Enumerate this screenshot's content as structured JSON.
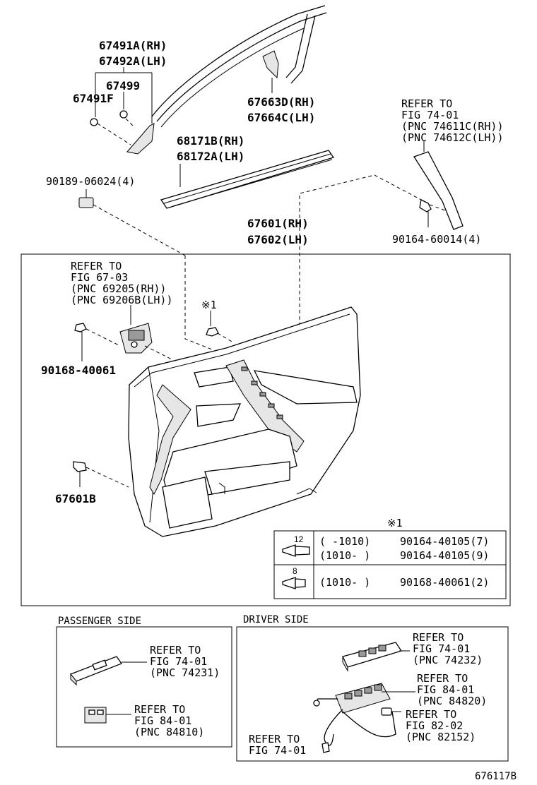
{
  "labels": {
    "moulding_rh": "67491A(RH)",
    "moulding_lh": "67492A(LH)",
    "clip_67499": "67499",
    "garnish_67491f": "67491F",
    "seal_rh": "67663D(RH)",
    "seal_lh": "67664C(LH)",
    "weatherstrip_rh": "68171B(RH)",
    "weatherstrip_lh": "68172A(LH)",
    "clip_90189": "90189-06024(4)",
    "refer_fig74_l1": "REFER TO",
    "refer_fig74_l2": "FIG 74-01",
    "refer_fig74_l3": "(PNC 74611C(RH))",
    "refer_fig74_l4": "(PNC 74612C(LH))",
    "screw_90164_60014": "90164-60014(4)",
    "board_rh": "67601(RH)",
    "board_lh": "67602(LH)",
    "refer_fig67_l1": "REFER TO",
    "refer_fig67_l2": "FIG 67-03",
    "refer_fig67_l3": "(PNC 69205(RH))",
    "refer_fig67_l4": "(PNC 69206B(LH))",
    "note_mark": "※1",
    "screw_90168_40061": "90168-40061",
    "clip_67601b": "67601B",
    "footer_code": "676117B"
  },
  "fastener_table": {
    "header": "※1",
    "rows": [
      {
        "size": "12",
        "range": "(      -1010)",
        "part": "90164-40105(7)"
      },
      {
        "size": "",
        "range": "(1010-      )",
        "part": "90164-40105(9)"
      },
      {
        "size": "8",
        "range": "(1010-      )",
        "part": "90168-40061(2)"
      }
    ]
  },
  "passenger_side": {
    "title": "PASSENGER SIDE",
    "refer1": [
      "REFER TO",
      "FIG 74-01",
      "(PNC 74231)"
    ],
    "refer2": [
      "REFER TO",
      "FIG 84-01",
      "(PNC 84810)"
    ]
  },
  "driver_side": {
    "title": "DRIVER SIDE",
    "refer1": [
      "REFER TO",
      "FIG 74-01",
      "(PNC 74232)"
    ],
    "refer2": [
      "REFER TO",
      "FIG 84-01",
      "(PNC 84820)"
    ],
    "refer3": [
      "REFER TO",
      "FIG 82-02",
      "(PNC 82152)"
    ],
    "refer4": [
      "REFER TO",
      "FIG 74-01"
    ]
  }
}
